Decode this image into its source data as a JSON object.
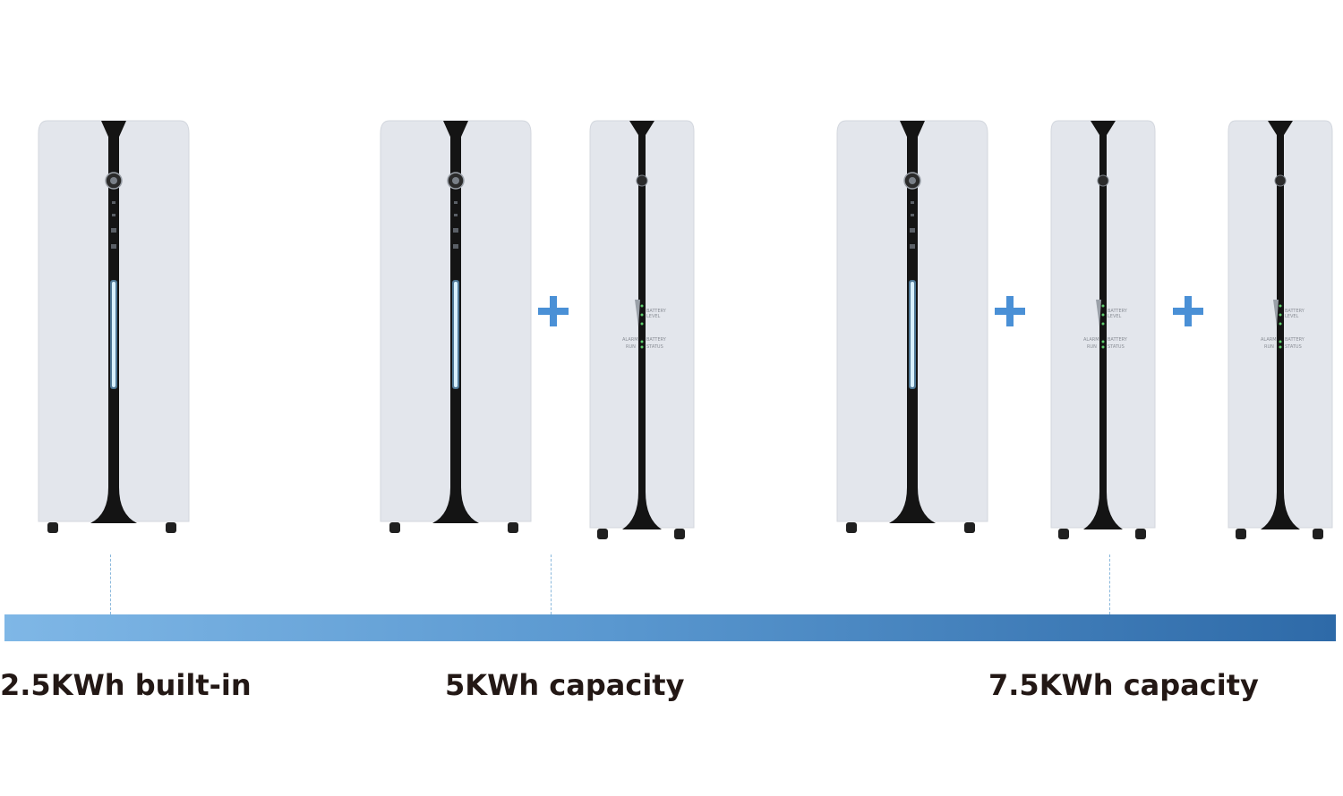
{
  "captions": {
    "tier1": "2.5KWh built-in",
    "tier2": "5KWh capacity",
    "tier3": "7.5KWh capacity"
  },
  "battery_panel": {
    "level_line1": "BATTERY",
    "level_line2": "LEVEL",
    "alarm": "ALARM",
    "run": "RUN",
    "status_line1": "BATTERY",
    "status_line2": "STATUS"
  },
  "colors": {
    "accent_blue": "#4a90d6",
    "bar_start": "#7fb7e6",
    "bar_end": "#2e6aa8",
    "led_glow": "#7ec8ff",
    "caption_text": "#231815"
  },
  "icons": [
    "plus-icon",
    "power-button-icon",
    "led-light-strip"
  ]
}
